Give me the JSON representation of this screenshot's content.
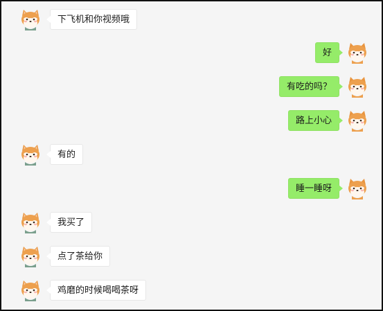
{
  "messages": [
    {
      "side": "left",
      "text": "下飞机和你视频哦"
    },
    {
      "side": "right",
      "text": "好"
    },
    {
      "side": "right",
      "text": "有吃的吗？"
    },
    {
      "side": "right",
      "text": "路上小心"
    },
    {
      "side": "left",
      "text": "有的"
    },
    {
      "side": "right",
      "text": "睡一睡呀"
    },
    {
      "side": "left",
      "text": "我买了"
    },
    {
      "side": "left",
      "text": "点了茶给你"
    },
    {
      "side": "left",
      "text": "鸡磨的时候喝喝茶呀"
    }
  ],
  "avatar": {
    "icon": "shiba-dog-avatar-icon"
  },
  "colors": {
    "background": "#f5f5f5",
    "incoming_bubble": "#ffffff",
    "outgoing_bubble": "#95ec69"
  }
}
